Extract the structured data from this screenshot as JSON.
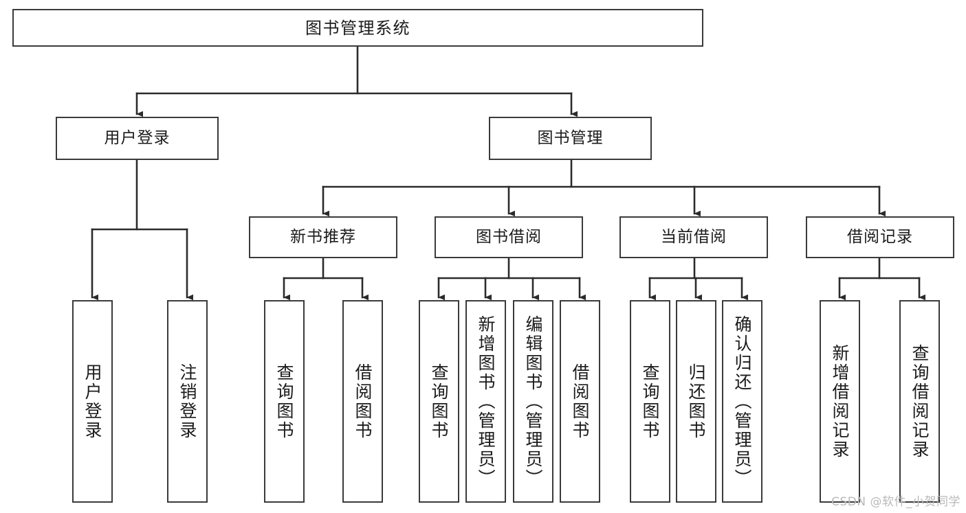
{
  "diagram": {
    "type": "tree-hierarchy",
    "orientation": "top-down",
    "title": "图书管理系统",
    "colors": {
      "node_border": "#3a3a3a",
      "node_fill": "#ffffff",
      "edge": "#2b2b2b",
      "text": "#1b1b1b",
      "watermark": "#b9b9b9",
      "background": "#ffffff"
    }
  },
  "root": {
    "label": "图书管理系统"
  },
  "level1": [
    {
      "label": "用户登录"
    },
    {
      "label": "图书管理"
    }
  ],
  "level2": [
    {
      "label": "新书推荐"
    },
    {
      "label": "图书借阅"
    },
    {
      "label": "当前借阅"
    },
    {
      "label": "借阅记录"
    }
  ],
  "leaves": {
    "user_login": [
      {
        "label": "用户登录"
      },
      {
        "label": "注销登录"
      }
    ],
    "new_book": [
      {
        "label": "查询图书"
      },
      {
        "label": "借阅图书"
      }
    ],
    "book_borrow": [
      {
        "label": "查询图书"
      },
      {
        "label": "新增图书（管理员）"
      },
      {
        "label": "编辑图书（管理员）"
      },
      {
        "label": "借阅图书"
      }
    ],
    "current_borrow": [
      {
        "label": "查询图书"
      },
      {
        "label": "归还图书"
      },
      {
        "label": "确认归还（管理员）"
      }
    ],
    "borrow_record": [
      {
        "label": "新增借阅记录"
      },
      {
        "label": "查询借阅记录"
      }
    ]
  },
  "watermark": {
    "text": "CSDN @软件_小贺同学"
  }
}
